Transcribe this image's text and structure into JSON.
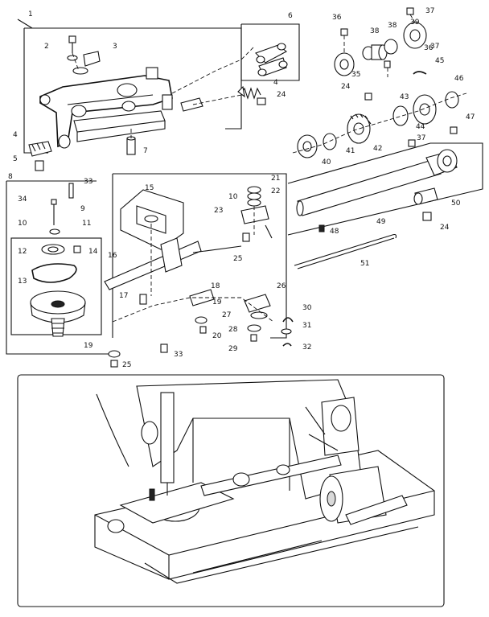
{
  "callouts": [
    "1",
    "2",
    "3",
    "4",
    "4",
    "5",
    "6",
    "7",
    "8",
    "9",
    "10",
    "10",
    "11",
    "12",
    "13",
    "14",
    "15",
    "16",
    "17",
    "18",
    "19",
    "19",
    "20",
    "21",
    "22",
    "23",
    "24",
    "24",
    "24",
    "25",
    "25",
    "26",
    "27",
    "28",
    "29",
    "30",
    "31",
    "32",
    "33",
    "33",
    "34",
    "35",
    "36",
    "36",
    "37",
    "37",
    "37",
    "38",
    "38",
    "39",
    "40",
    "41",
    "42",
    "43",
    "44",
    "45",
    "46",
    "47",
    "48",
    "49",
    "50",
    "51"
  ]
}
